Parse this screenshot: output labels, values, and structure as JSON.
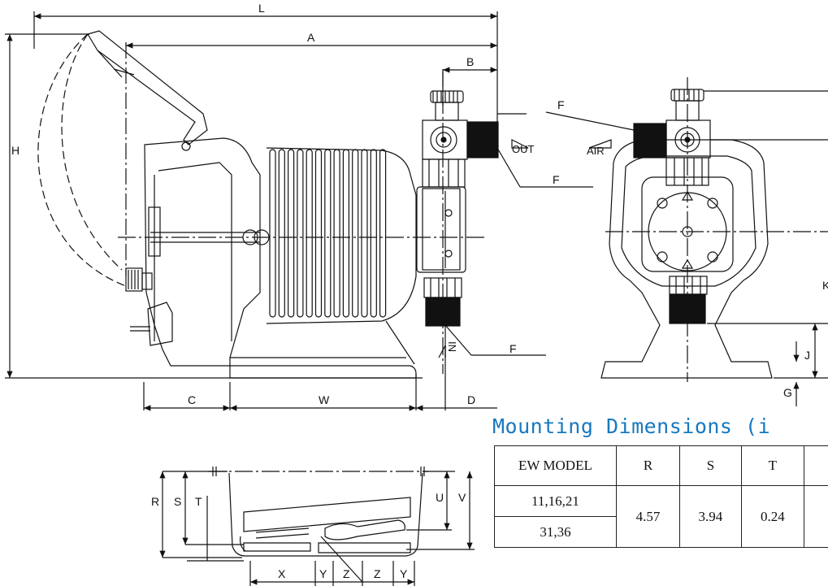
{
  "dimension_labels": {
    "L": "L",
    "A": "A",
    "B": "B",
    "H": "H",
    "C": "C",
    "W": "W",
    "D": "D",
    "F": "F",
    "J": "J",
    "G": "G",
    "K": "K",
    "R": "R",
    "S": "S",
    "T": "T",
    "U": "U",
    "V": "V",
    "X": "X",
    "Y": "Y",
    "Z": "Z"
  },
  "port_labels": {
    "out": "OUT",
    "air": "AIR",
    "in": "IN"
  },
  "mounting": {
    "title": "Mounting Dimensions (i",
    "headers": [
      "EW MODEL",
      "R",
      "S",
      "T"
    ],
    "rows": [
      {
        "model": "11,16,21"
      },
      {
        "model": "31,36"
      }
    ],
    "shared_values": {
      "R": "4.57",
      "S": "3.94",
      "T": "0.24"
    }
  },
  "colors": {
    "line": "#111111",
    "title": "#1679c0"
  }
}
